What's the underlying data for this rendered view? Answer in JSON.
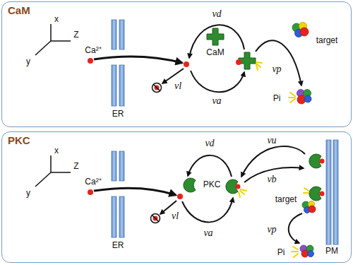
{
  "diagram": {
    "nodes": [
      {
        "text": [
          "CaM"
        ]
      },
      {
        "text": [
          "PKC"
        ]
      }
    ],
    "labels": [
      "x",
      "y",
      "Z",
      "Ca²⁺",
      "ER",
      "νd",
      "νl",
      "νa",
      "νp",
      "CaM",
      "target",
      "Pi",
      "x",
      "y",
      "Z",
      "Ca²⁺",
      "ER",
      "νd",
      "νu",
      "νb",
      "νl",
      "νa",
      "νp",
      "PKC",
      "target",
      "Pi",
      "PM"
    ]
  }
}
